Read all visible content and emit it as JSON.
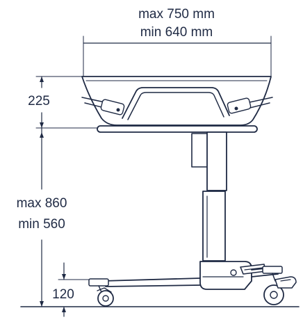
{
  "dimensions": {
    "width_max": "max 750 mm",
    "width_min": "min 640 mm",
    "tub_depth": "225",
    "height_max": "max 860",
    "height_min": "min 560",
    "base_height": "120"
  },
  "colors": {
    "ink": "#1f2a44",
    "background": "#ffffff"
  }
}
